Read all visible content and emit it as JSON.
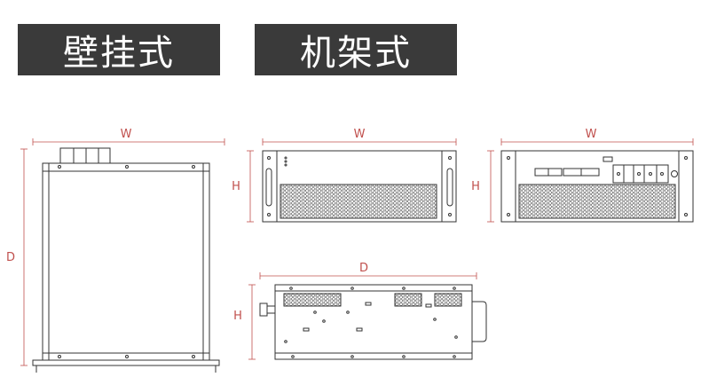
{
  "labels": {
    "wall_mount": "壁挂式",
    "rack_mount": "机架式"
  },
  "dimensions": {
    "width": "W",
    "depth": "D",
    "height": "H"
  },
  "colors": {
    "tag_bg": "#3a3a3a",
    "tag_text": "#ffffff",
    "outline": "#333333",
    "dimension_line": "#c0504d"
  }
}
